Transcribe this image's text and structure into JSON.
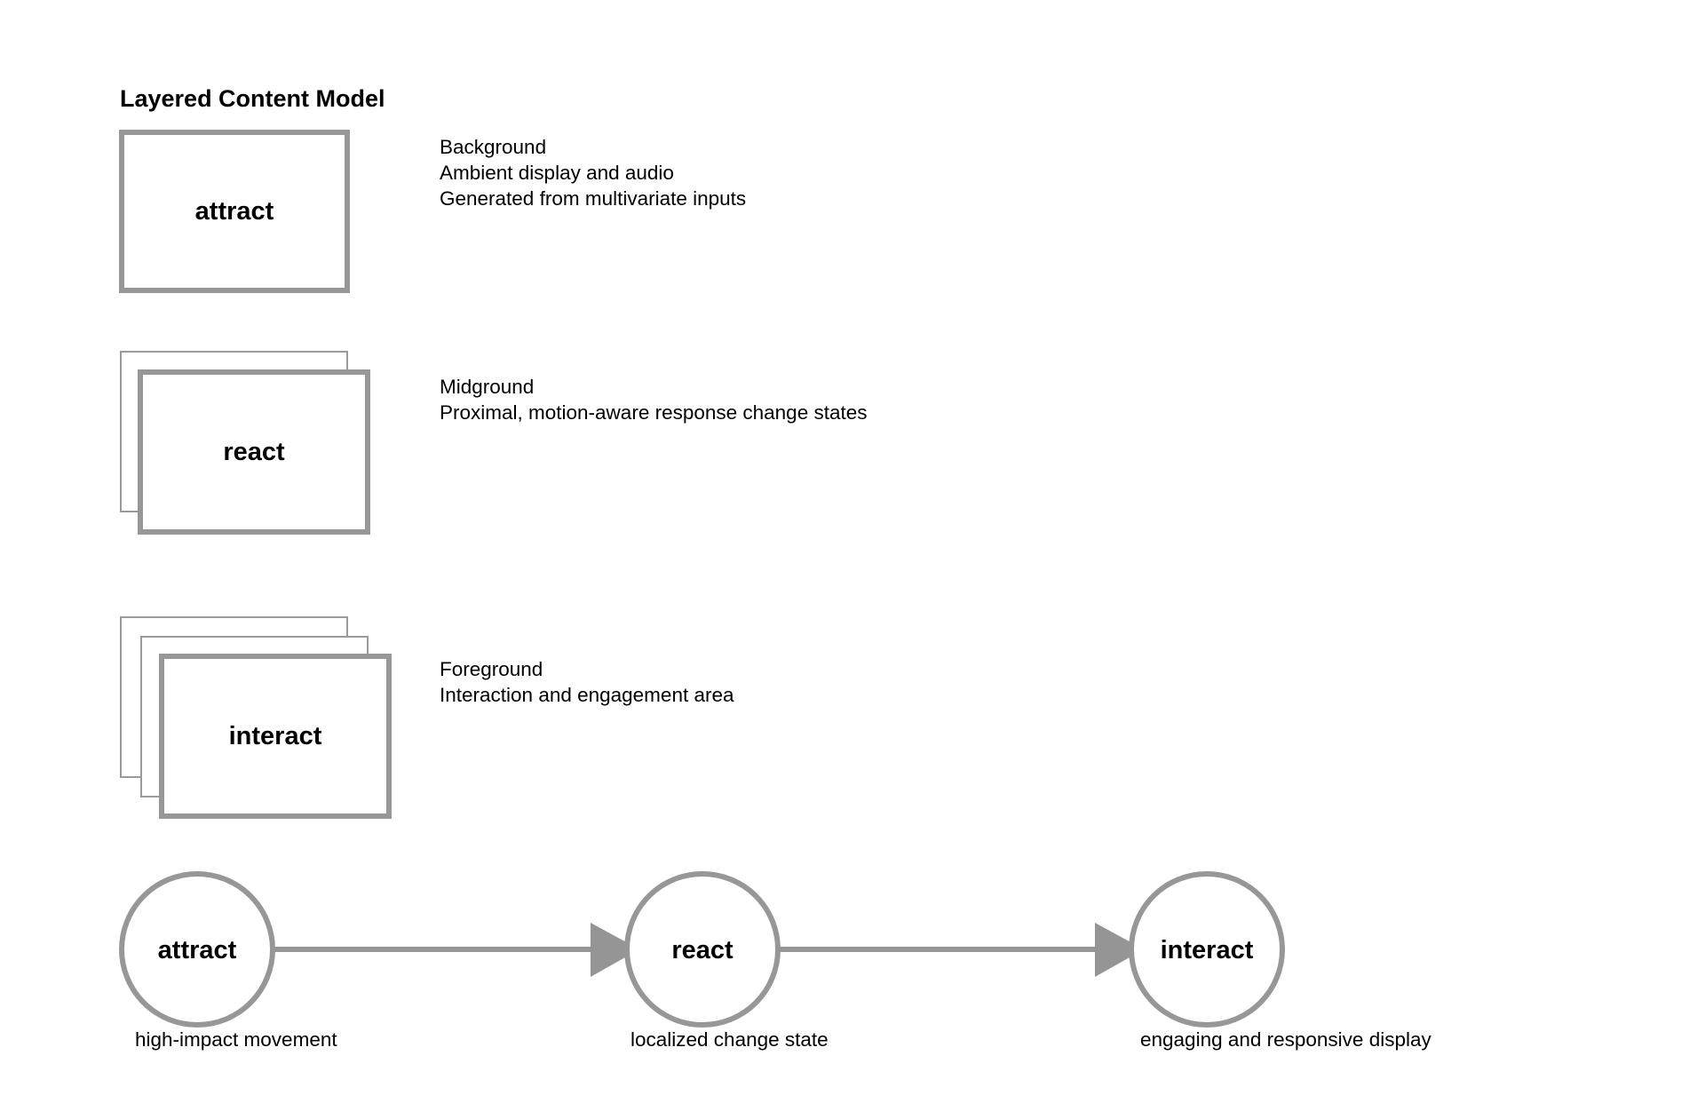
{
  "title": "Layered Content Model",
  "layers": [
    {
      "label": "attract",
      "desc": [
        "Background",
        "Ambient display and audio",
        "Generated from multivariate inputs"
      ]
    },
    {
      "label": "react",
      "desc": [
        "Midground",
        "Proximal, motion-aware response change states"
      ]
    },
    {
      "label": "interact",
      "desc": [
        "Foreground",
        "Interaction and engagement area"
      ]
    }
  ],
  "flow": [
    {
      "label": "attract",
      "caption": "high-impact movement"
    },
    {
      "label": "react",
      "caption": "localized change state"
    },
    {
      "label": "interact",
      "caption": "engaging and responsive display"
    }
  ],
  "colors": {
    "stroke": "#979797",
    "arrow": "#959595"
  }
}
